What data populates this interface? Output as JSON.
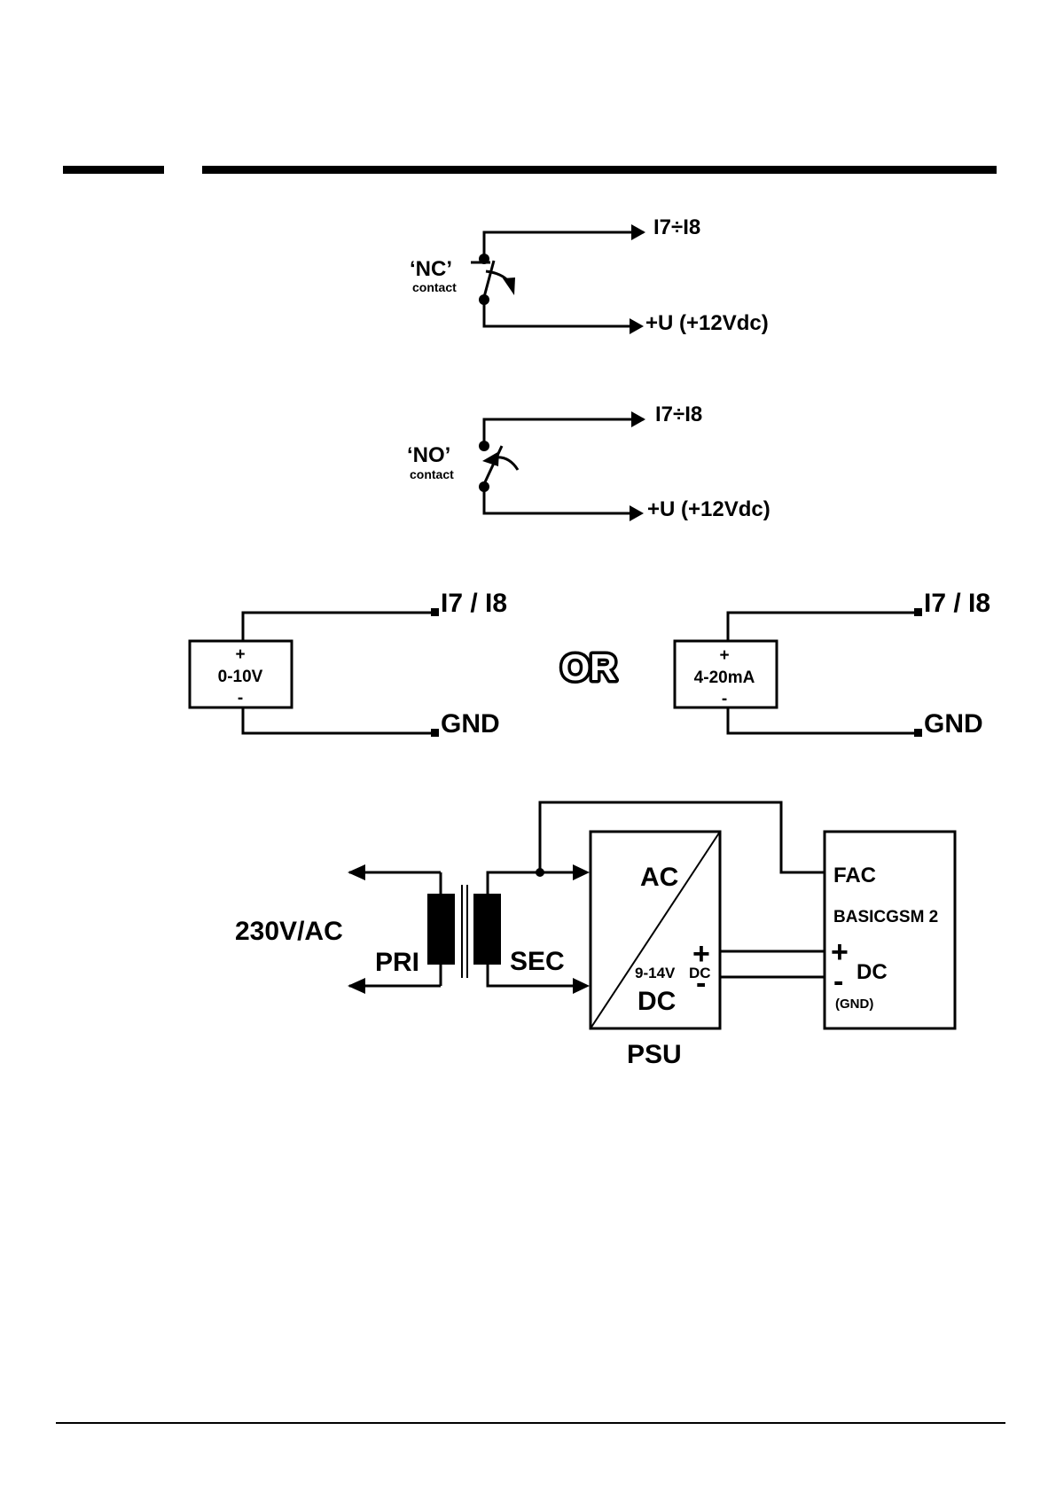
{
  "nc_diagram": {
    "contact_type": "‘NC’",
    "contact_word": "contact",
    "input_label": "I7÷I8",
    "supply_label": "+U (+12Vdc)"
  },
  "no_diagram": {
    "contact_type": "‘NO’",
    "contact_word": "contact",
    "input_label": "I7÷I8",
    "supply_label": "+U (+12Vdc)"
  },
  "analog_diagram": {
    "voltage_source": {
      "plus": "+",
      "label": "0-10V",
      "minus": "-",
      "input_label": "I7 / I8",
      "ground_label": "GND"
    },
    "or_label": "OR",
    "current_source": {
      "plus": "+",
      "label": "4-20mA",
      "minus": "-",
      "input_label": "I7 / I8",
      "ground_label": "GND"
    }
  },
  "power_diagram": {
    "mains_label": "230V/AC",
    "primary_label": "PRI",
    "secondary_label": "SEC",
    "psu_ac_label": "AC",
    "psu_dc_range": "9-14V",
    "psu_dc_small": "DC",
    "psu_dc_label": "DC",
    "psu_plus": "+",
    "psu_minus": "-",
    "psu_name": "PSU",
    "device_fac_label": "FAC",
    "device_name": "BASICGSM 2",
    "device_plus": "+",
    "device_minus": "-",
    "device_dc_label": "DC",
    "device_gnd_label": "(GND)"
  }
}
